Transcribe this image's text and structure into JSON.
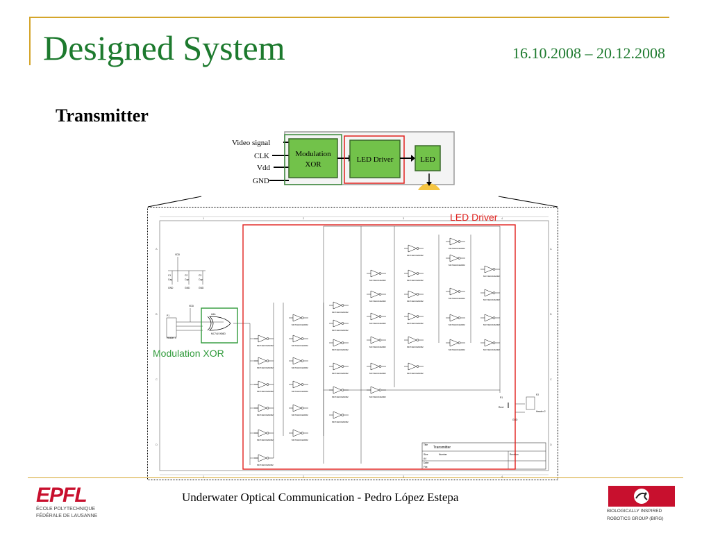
{
  "title": "Designed System",
  "date": "16.10.2008 – 20.12.2008",
  "subtitle": "Transmitter",
  "block_diagram": {
    "inputs": [
      "Video signal",
      "CLK",
      "Vdd",
      "GND"
    ],
    "blocks": [
      "Modulation XOR",
      "LED Driver",
      "LED"
    ],
    "modulation_lines": [
      "Modulation",
      "XOR"
    ]
  },
  "schematic": {
    "led_driver_label": "LED Driver",
    "modulation_label": "Modulation XOR",
    "title_block_text": "Transmitter",
    "gate_part": "MC74HC04ADR2",
    "xor_part": "MC74LVX86D"
  },
  "footer": {
    "text": "Underwater Optical Communication - Pedro López Estepa",
    "left_logo": "EPFL",
    "left_logo_sub": [
      "ÉCOLE POLYTECHNIQUE",
      "FÉDÉRALE DE LAUSANNE"
    ],
    "right_logo_sub": [
      "BIOLOGICALLY INSPIRED",
      "ROBOTICS GROUP (BIRG)"
    ]
  },
  "colors": {
    "accent_gold": "#d4a52a",
    "title_green": "#1d7a2e",
    "block_green": "#72c24a",
    "highlight_red": "#e0201c",
    "modulation_green": "#2f9a3a"
  }
}
